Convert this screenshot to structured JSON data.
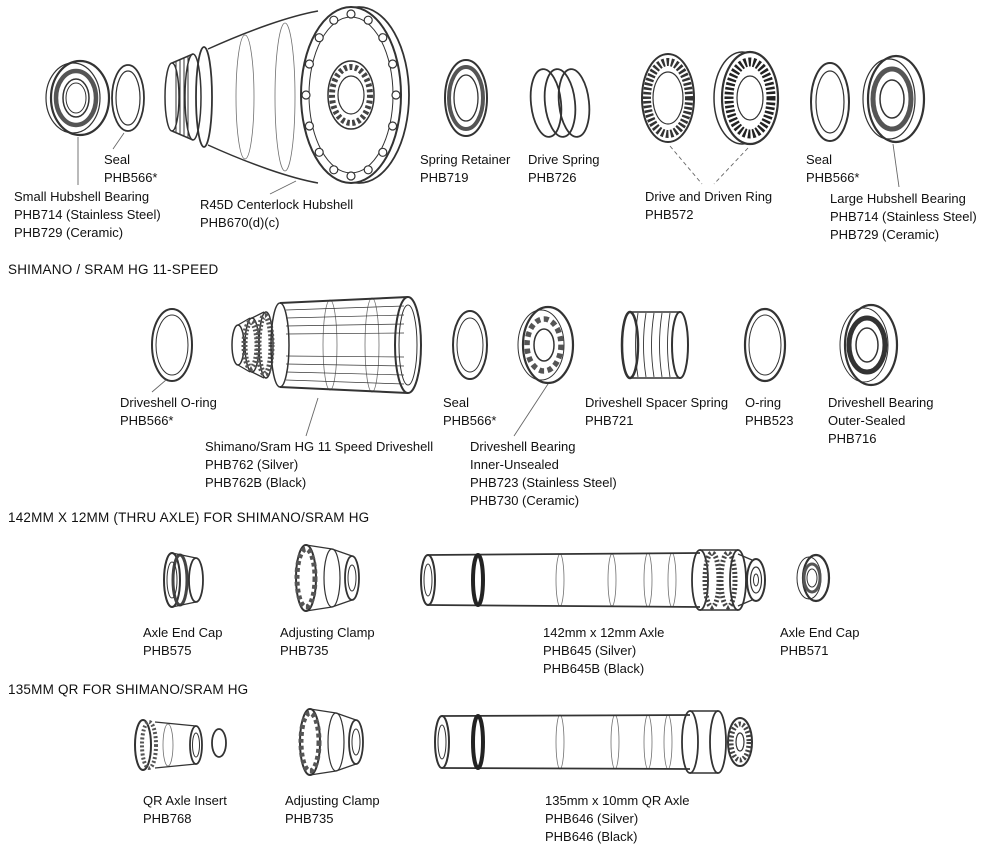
{
  "colors": {
    "line": "#333333",
    "text": "#111111",
    "background": "#ffffff"
  },
  "sections": {
    "hub": {
      "parts": {
        "seal_left": {
          "lines": [
            "Seal",
            "PHB566*"
          ]
        },
        "small_hubshell_bearing": {
          "lines": [
            "Small Hubshell Bearing",
            "PHB714 (Stainless Steel)",
            "PHB729 (Ceramic)"
          ]
        },
        "hubshell": {
          "lines": [
            "R45D Centerlock Hubshell",
            "PHB670(d)(c)"
          ]
        },
        "spring_retainer": {
          "lines": [
            "Spring Retainer",
            "PHB719"
          ]
        },
        "drive_spring": {
          "lines": [
            "Drive Spring",
            "PHB726"
          ]
        },
        "drive_driven_ring": {
          "lines": [
            "Drive and Driven Ring",
            "PHB572"
          ]
        },
        "seal_right": {
          "lines": [
            "Seal",
            "PHB566*"
          ]
        },
        "large_hubshell_bearing": {
          "lines": [
            "Large Hubshell Bearing",
            "PHB714 (Stainless Steel)",
            "PHB729 (Ceramic)"
          ]
        }
      }
    },
    "driveshell": {
      "header": "SHIMANO / SRAM HG 11-SPEED",
      "parts": {
        "driveshell_oring": {
          "lines": [
            "Driveshell O-ring",
            "PHB566*"
          ]
        },
        "driveshell_body": {
          "lines": [
            "Shimano/Sram HG 11 Speed Driveshell",
            "PHB762 (Silver)",
            "PHB762B (Black)"
          ]
        },
        "seal": {
          "lines": [
            "Seal",
            "PHB566*"
          ]
        },
        "bearing_inner": {
          "lines": [
            "Driveshell Bearing",
            "Inner-Unsealed",
            "PHB723 (Stainless Steel)",
            "PHB730 (Ceramic)"
          ]
        },
        "spacer_spring": {
          "lines": [
            "Driveshell Spacer Spring",
            "PHB721"
          ]
        },
        "oring": {
          "lines": [
            "O-ring",
            "PHB523"
          ]
        },
        "bearing_outer": {
          "lines": [
            "Driveshell Bearing",
            "Outer-Sealed",
            "PHB716"
          ]
        }
      }
    },
    "thru_axle": {
      "header": "142MM X 12MM (THRU AXLE) FOR SHIMANO/SRAM HG",
      "parts": {
        "end_cap_left": {
          "lines": [
            "Axle End Cap",
            "PHB575"
          ]
        },
        "adjusting_clamp": {
          "lines": [
            "Adjusting Clamp",
            "PHB735"
          ]
        },
        "axle": {
          "lines": [
            "142mm x 12mm Axle",
            "PHB645 (Silver)",
            "PHB645B (Black)"
          ]
        },
        "end_cap_right": {
          "lines": [
            "Axle End Cap",
            "PHB571"
          ]
        }
      }
    },
    "qr": {
      "header": "135MM QR FOR SHIMANO/SRAM HG",
      "parts": {
        "qr_insert": {
          "lines": [
            "QR Axle Insert",
            "PHB768"
          ]
        },
        "adjusting_clamp": {
          "lines": [
            "Adjusting Clamp",
            "PHB735"
          ]
        },
        "axle": {
          "lines": [
            "135mm x 10mm QR Axle",
            "PHB646 (Silver)",
            "PHB646 (Black)"
          ]
        }
      }
    }
  }
}
